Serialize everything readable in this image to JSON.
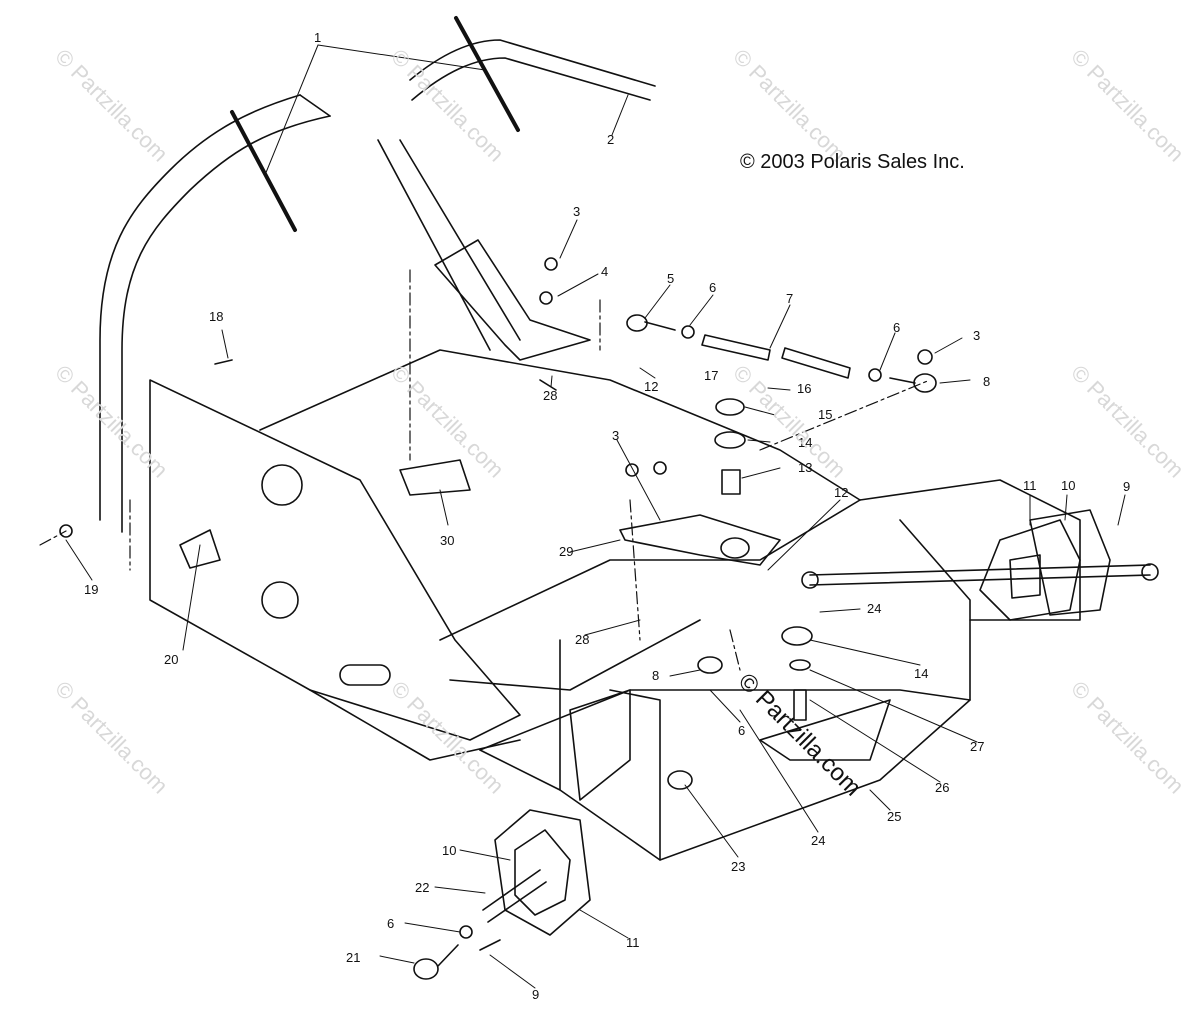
{
  "copyright": "© 2003 Polaris Sales Inc.",
  "watermark": "© Partzilla.com",
  "center_watermark": "© Partzilla.com",
  "callouts": [
    {
      "id": "c1",
      "text": "1"
    },
    {
      "id": "c2",
      "text": "2"
    },
    {
      "id": "c3a",
      "text": "3"
    },
    {
      "id": "c4",
      "text": "4"
    },
    {
      "id": "c5",
      "text": "5"
    },
    {
      "id": "c6a",
      "text": "6"
    },
    {
      "id": "c7",
      "text": "7"
    },
    {
      "id": "c6b",
      "text": "6"
    },
    {
      "id": "c3b",
      "text": "3"
    },
    {
      "id": "c8a",
      "text": "8"
    },
    {
      "id": "c12a",
      "text": "12"
    },
    {
      "id": "c17",
      "text": "17"
    },
    {
      "id": "c16",
      "text": "16"
    },
    {
      "id": "c15",
      "text": "15"
    },
    {
      "id": "c14a",
      "text": "14"
    },
    {
      "id": "c13",
      "text": "13"
    },
    {
      "id": "c18",
      "text": "18"
    },
    {
      "id": "c28a",
      "text": "28"
    },
    {
      "id": "c3c",
      "text": "3"
    },
    {
      "id": "c12b",
      "text": "12"
    },
    {
      "id": "c11a",
      "text": "11"
    },
    {
      "id": "c10a",
      "text": "10"
    },
    {
      "id": "c9a",
      "text": "9"
    },
    {
      "id": "c30",
      "text": "30"
    },
    {
      "id": "c29",
      "text": "29"
    },
    {
      "id": "c19",
      "text": "19"
    },
    {
      "id": "c20",
      "text": "20"
    },
    {
      "id": "c24a",
      "text": "24"
    },
    {
      "id": "c28b",
      "text": "28"
    },
    {
      "id": "c8b",
      "text": "8"
    },
    {
      "id": "c14b",
      "text": "14"
    },
    {
      "id": "c27",
      "text": "27"
    },
    {
      "id": "c6c",
      "text": "6"
    },
    {
      "id": "c26",
      "text": "26"
    },
    {
      "id": "c25",
      "text": "25"
    },
    {
      "id": "c24b",
      "text": "24"
    },
    {
      "id": "c23",
      "text": "23"
    },
    {
      "id": "c10b",
      "text": "10"
    },
    {
      "id": "c22",
      "text": "22"
    },
    {
      "id": "c6d",
      "text": "6"
    },
    {
      "id": "c11b",
      "text": "11"
    },
    {
      "id": "c21",
      "text": "21"
    },
    {
      "id": "c9b",
      "text": "9"
    }
  ]
}
